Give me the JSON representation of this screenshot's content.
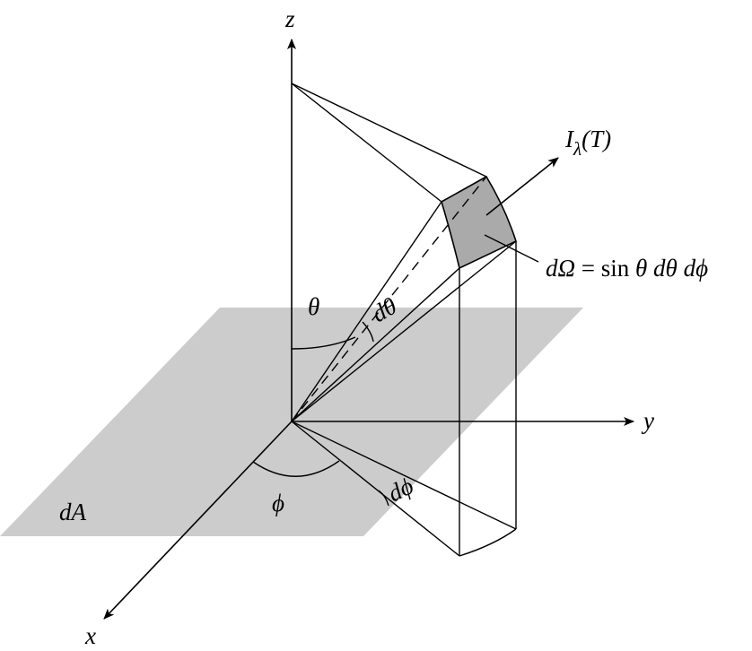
{
  "labels": {
    "z": "z",
    "y": "y",
    "x": "x",
    "theta": "θ",
    "d_theta": "dθ",
    "d_phi": "dϕ",
    "phi": "ϕ",
    "area": "dA",
    "intensity_main": "I",
    "intensity_sub": "λ",
    "intensity_arg": "(T)",
    "solid_angle_lhs": "dΩ",
    "solid_angle_eq": " = sin ",
    "solid_angle_theta": "θ",
    "solid_angle_dtheta": " dθ",
    "solid_angle_dphi": " dϕ"
  },
  "colors": {
    "plane": "#cccccc",
    "patch": "#aaaaaa",
    "line": "#000000"
  }
}
